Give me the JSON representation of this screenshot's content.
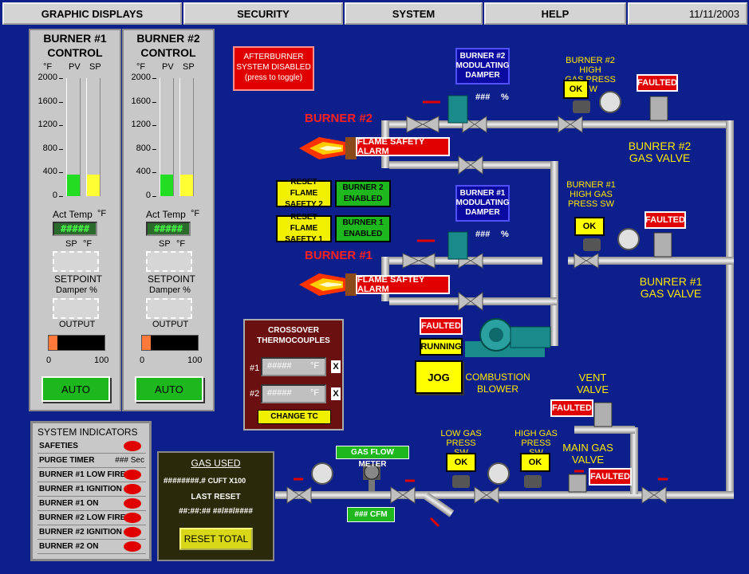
{
  "menu": {
    "graphic_displays": "GRAPHIC DISPLAYS",
    "security": "SECURITY",
    "system": "SYSTEM",
    "help": "HELP",
    "date": "11/11/2003"
  },
  "burner1_control": {
    "title_line1": "BURNER #1",
    "title_line2": "CONTROL",
    "unit_f": "°F",
    "pv_label": "PV",
    "sp_label": "SP",
    "scale": [
      "2000",
      "1600",
      "1200",
      "800",
      "400",
      "0"
    ],
    "pv_level": 0.18,
    "sp_level": 0.18,
    "act_temp_label": "Act Temp",
    "act_temp_unit": "°F",
    "act_temp_value": "#####",
    "sp_label2": "SP",
    "sp_unit": "°F",
    "setpoint_label": "SETPOINT",
    "damper_label": "Damper %",
    "output_label": "OUTPUT",
    "output_min": "0",
    "output_max": "100",
    "output_level": 0.15,
    "auto_label": "AUTO"
  },
  "burner2_control": {
    "title_line1": "BURNER #2",
    "title_line2": "CONTROL",
    "unit_f": "°F",
    "pv_label": "PV",
    "sp_label": "SP",
    "scale": [
      "2000",
      "1600",
      "1200",
      "800",
      "400",
      "0"
    ],
    "pv_level": 0.18,
    "sp_level": 0.18,
    "act_temp_label": "Act Temp",
    "act_temp_unit": "°F",
    "act_temp_value": "#####",
    "sp_label2": "SP",
    "sp_unit": "°F",
    "setpoint_label": "SETPOINT",
    "damper_label": "Damper %",
    "output_label": "OUTPUT",
    "output_min": "0",
    "output_max": "100",
    "output_level": 0.15,
    "auto_label": "AUTO"
  },
  "afterburner": {
    "line1": "AFTERBURNER",
    "line2": "SYSTEM DISABLED",
    "line3": "(press to toggle)"
  },
  "burner2": {
    "label": "BURNER #2",
    "alarm": "FLAME SAFETY ALARM",
    "damper_line1": "BURNER #2",
    "damper_line2": "MODULATING",
    "damper_line3": "DAMPER",
    "damper_value": "###",
    "damper_unit": "%",
    "high_gas_line1": "BURNER #2 HIGH",
    "high_gas_line2": "GAS PRESS SW",
    "high_gas_status": "OK",
    "valve_fault": "FAULTED",
    "valve_line1": "BUNRER #2",
    "valve_line2": "GAS VALVE"
  },
  "burner1": {
    "label": "BURNER #1",
    "alarm": "FLAME SAFTEY ALARM",
    "damper_line1": "BURNER #1",
    "damper_line2": "MODULATING",
    "damper_line3": "DAMPER",
    "damper_value": "###",
    "damper_unit": "%",
    "high_gas_line1": "BURNER #1",
    "high_gas_line2": "HIGH GAS",
    "high_gas_line3": "PRESS SW",
    "high_gas_status": "OK",
    "valve_fault": "FAULTED",
    "valve_line1": "BUNRER #1",
    "valve_line2": "GAS VALVE"
  },
  "buttons": {
    "reset_flame2_line1": "RESET FLAME",
    "reset_flame2_line2": "SAFETY 2",
    "burner2_enabled_line1": "BURNER 2",
    "burner2_enabled_line2": "ENABLED",
    "reset_flame1_line1": "RESET FLAME",
    "reset_flame1_line2": "SAFETY 1",
    "burner1_enabled_line1": "BURNER 1",
    "burner1_enabled_line2": "ENABLED"
  },
  "blower": {
    "faulted": "FAULTED",
    "running": "RUNNING",
    "jog": "JOG",
    "label_line1": "COMBUSTION",
    "label_line2": "BLOWER"
  },
  "crossover": {
    "title_line1": "CROSSOVER",
    "title_line2": "THERMOCOUPLES",
    "tc1_label": "#1",
    "tc1_value": "#####",
    "tc1_unit": "°F",
    "tc2_label": "#2",
    "tc2_value": "#####",
    "tc2_unit": "°F",
    "close_glyph": "X",
    "change_tc": "CHANGE TC"
  },
  "system_indicators": {
    "title": "SYSTEM INDICATORS",
    "items": [
      {
        "label": "SAFETIES",
        "value": ""
      },
      {
        "label": "PURGE TIMER",
        "value": "### Sec"
      },
      {
        "label": "BURNER #1 LOW FIRE",
        "value": ""
      },
      {
        "label": "BURNER #1 IGNITION",
        "value": ""
      },
      {
        "label": "BURNER #1 ON",
        "value": ""
      },
      {
        "label": "BURNER #2 LOW FIRE",
        "value": ""
      },
      {
        "label": "BURNER #2 IGNITION",
        "value": ""
      },
      {
        "label": "BURNER #2 ON",
        "value": ""
      }
    ]
  },
  "gas_used": {
    "title": "GAS USED",
    "value": "########.#",
    "unit": "CUFT X100",
    "last_reset_label": "LAST RESET",
    "last_reset_value": "##:##:## ##/##/####",
    "reset_button": "RESET TOTAL"
  },
  "gas_flow": {
    "label": "GAS FLOW METER",
    "value": "###",
    "unit": "CFM"
  },
  "low_gas": {
    "line1": "LOW GAS",
    "line2": "PRESS SW",
    "status": "OK"
  },
  "high_gas": {
    "line1": "HIGH GAS",
    "line2": "PRESS SW",
    "status": "OK"
  },
  "vent_valve": {
    "line1": "VENT",
    "line2": "VALVE",
    "fault": "FAULTED"
  },
  "main_gas_valve": {
    "line1": "MAIN GAS",
    "line2": "VALVE",
    "fault": "FAULTED"
  },
  "colors": {
    "background": "#0c1f8a",
    "panel": "#c8c8c8",
    "pv_bar": "#22dd22",
    "sp_bar": "#ffff33",
    "alarm": "#e00000",
    "label_yellow": "#ffea00",
    "pipe": "#c8c8c8"
  }
}
